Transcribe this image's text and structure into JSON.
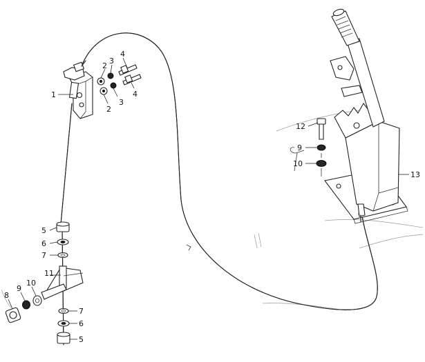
{
  "diagram": {
    "callouts": [
      {
        "id": "c1",
        "text": "1"
      },
      {
        "id": "c2a",
        "text": "2"
      },
      {
        "id": "c2b",
        "text": "2"
      },
      {
        "id": "c3a",
        "text": "3"
      },
      {
        "id": "c3b",
        "text": "3"
      },
      {
        "id": "c4a",
        "text": "4"
      },
      {
        "id": "c4b",
        "text": "4"
      },
      {
        "id": "c5a",
        "text": "5"
      },
      {
        "id": "c5b",
        "text": "5"
      },
      {
        "id": "c6a",
        "text": "6"
      },
      {
        "id": "c6b",
        "text": "6"
      },
      {
        "id": "c7a",
        "text": "7"
      },
      {
        "id": "c7b",
        "text": "7"
      },
      {
        "id": "c8",
        "text": "8"
      },
      {
        "id": "c9a",
        "text": "9"
      },
      {
        "id": "c9b",
        "text": "9"
      },
      {
        "id": "c10a",
        "text": "10"
      },
      {
        "id": "c10b",
        "text": "10"
      },
      {
        "id": "c11",
        "text": "11"
      },
      {
        "id": "c12",
        "text": "12"
      },
      {
        "id": "c13",
        "text": "13"
      }
    ]
  }
}
